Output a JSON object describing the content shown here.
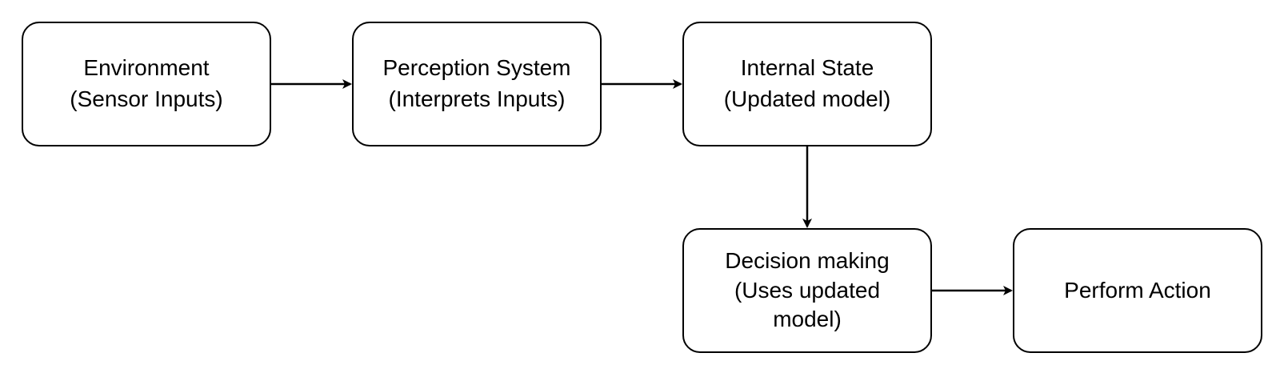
{
  "diagram": {
    "nodes": [
      {
        "id": "environment",
        "label": "Environment\n(Sensor Inputs)"
      },
      {
        "id": "perception",
        "label": "Perception System\n(Interprets Inputs)"
      },
      {
        "id": "internal_state",
        "label": "Internal State\n(Updated model)"
      },
      {
        "id": "decision_making",
        "label": "Decision making\n(Uses updated\nmodel)"
      },
      {
        "id": "perform_action",
        "label": "Perform Action"
      }
    ],
    "edges": [
      {
        "from": "environment",
        "to": "perception"
      },
      {
        "from": "perception",
        "to": "internal_state"
      },
      {
        "from": "internal_state",
        "to": "decision_making"
      },
      {
        "from": "decision_making",
        "to": "perform_action"
      }
    ],
    "colors": {
      "stroke": "#000000",
      "fill": "#ffffff",
      "text": "#000000"
    }
  }
}
